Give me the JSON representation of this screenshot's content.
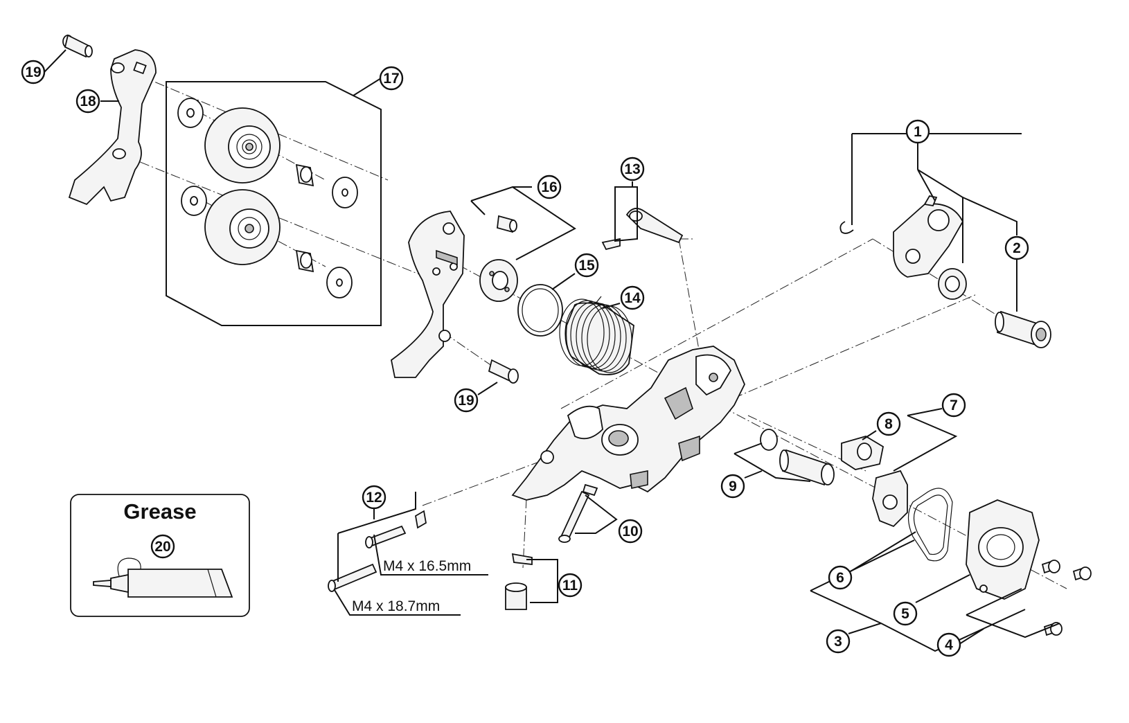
{
  "callouts": [
    {
      "id": "19a",
      "label": "19"
    },
    {
      "id": "18",
      "label": "18"
    },
    {
      "id": "17",
      "label": "17"
    },
    {
      "id": "16",
      "label": "16"
    },
    {
      "id": "13",
      "label": "13"
    },
    {
      "id": "15",
      "label": "15"
    },
    {
      "id": "14",
      "label": "14"
    },
    {
      "id": "19b",
      "label": "19"
    },
    {
      "id": "1",
      "label": "1"
    },
    {
      "id": "2",
      "label": "2"
    },
    {
      "id": "7",
      "label": "7"
    },
    {
      "id": "8",
      "label": "8"
    },
    {
      "id": "9",
      "label": "9"
    },
    {
      "id": "12",
      "label": "12"
    },
    {
      "id": "10",
      "label": "10"
    },
    {
      "id": "11",
      "label": "11"
    },
    {
      "id": "6",
      "label": "6"
    },
    {
      "id": "5",
      "label": "5"
    },
    {
      "id": "3",
      "label": "3"
    },
    {
      "id": "4",
      "label": "4"
    },
    {
      "id": "20",
      "label": "20"
    }
  ],
  "specs": {
    "bolt_short": "M4 x 16.5mm",
    "bolt_long": "M4 x 18.7mm"
  },
  "grease_box": {
    "title": "Grease"
  }
}
